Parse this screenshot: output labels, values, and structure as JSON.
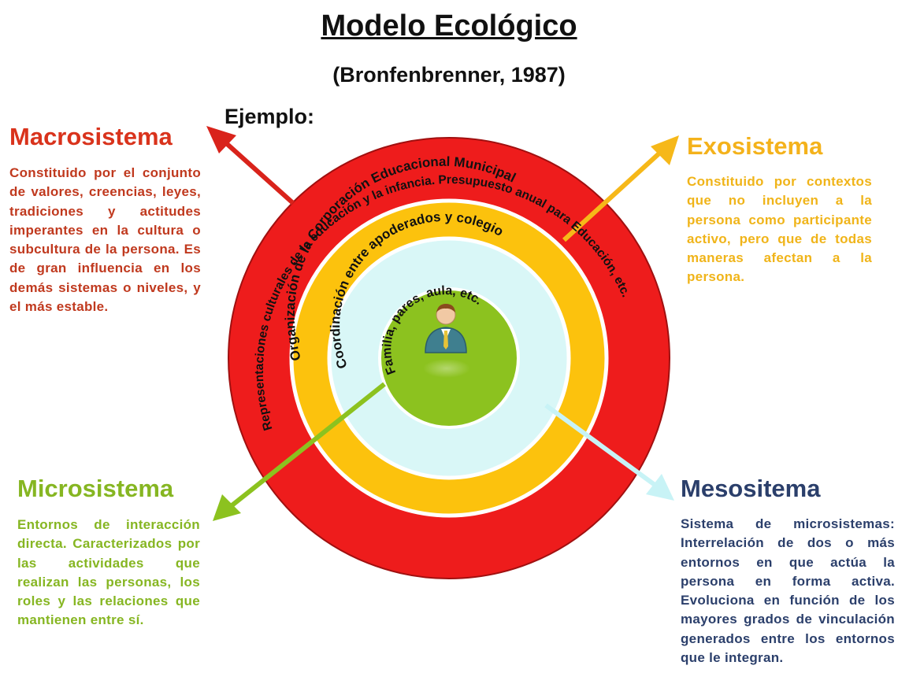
{
  "title": "Modelo Ecológico",
  "subtitle": "(Bronfenbrenner, 1987)",
  "example_label": "Ejemplo:",
  "macrosistema": {
    "heading": "Macrosistema",
    "description": "Constituido por el conjunto de valores, creencias, leyes, tradiciones y actitudes imperantes en la cultura o subcultura de la persona. Es de gran influencia en los demás sistemas o niveles, y el más estable.",
    "color": "#d9331c"
  },
  "exosistema": {
    "heading": "Exosistema",
    "description": "Constituido por contextos que no incluyen a la persona como participante activo, pero que de todas maneras afectan a la persona.",
    "color": "#f4b21b"
  },
  "microsistema": {
    "heading": "Microsistema",
    "description": "Entornos de interacción directa. Caracterizados por las actividades que realizan las personas, los roles y las relaciones que mantienen entre sí.",
    "color": "#86b622"
  },
  "mesosistema": {
    "heading": "Mesositema",
    "description": "Sistema de microsistemas: Interrelación de dos o más entornos en que actúa la persona en forma activa. Evoluciona en función de los mayores grados de vinculación generados entre los entornos que le integran.",
    "color": "#2b3f6b"
  },
  "rings": {
    "macro_text": "Representaciones culturales de la educación y la infancia. Presupuesto anual para Educación, etc.",
    "exo_text": "Organización de la Corporación Educacional Municipal",
    "meso_text": "Coordinación entre apoderados y colegio",
    "micro_text": "Familia, pares, aula, etc.",
    "colors": {
      "macro": "#ee1c1c",
      "exo": "#fcc20d",
      "meso": "#d9f7f7",
      "micro": "#8cc21f"
    }
  },
  "person_icon": "person-icon"
}
